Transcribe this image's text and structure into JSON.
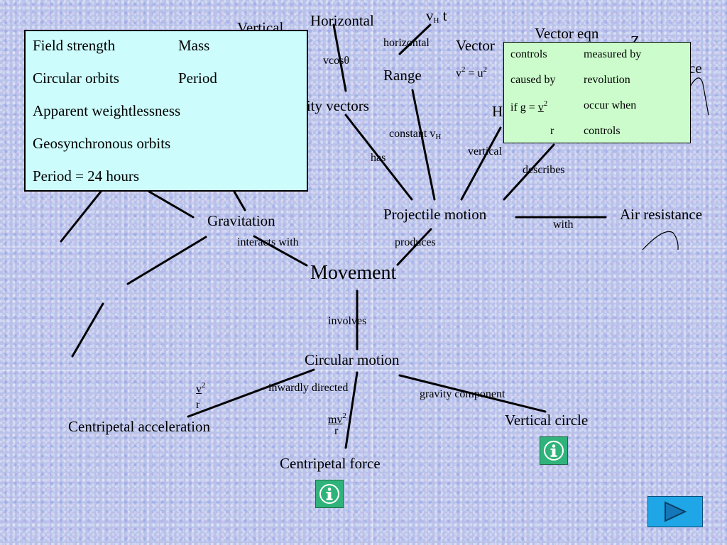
{
  "nodes": {
    "movement": "Movement",
    "gravitation": "Gravitation",
    "projectile_motion": "Projectile motion",
    "air_resistance": "Air resistance",
    "circular_motion": "Circular motion",
    "centripetal_acceleration": "Centripetal acceleration",
    "centripetal_force": "Centripetal force",
    "vertical_circle": "Vertical circle",
    "horizontal": "Horizontal",
    "vertical": "Vertical",
    "velocity_vectors_partial": "ocity vectors",
    "range": "Range",
    "vectors_partial": "Vector",
    "vector_eqn": "Vector eqn",
    "h_partial": "H",
    "z_partial": "Z",
    "ce_partial": "ce"
  },
  "link_labels": {
    "interacts_with": "interacts with",
    "produces": "produces",
    "involves": "involves",
    "with": "with",
    "has": "has",
    "constant": "constant v",
    "constant_sub": "H",
    "vertical_small": "vertical",
    "describes": "describes",
    "horizontal_small": "horizontal",
    "vcos": "vcosθ",
    "vh": "v",
    "vh_sub": "H",
    "vh_t": " t",
    "v2": "v",
    "v2_rest": " = u",
    "inwardly_directed": "inwardly directed",
    "gravity_component": "gravity component",
    "acc_num": "v",
    "acc_den": "r",
    "force_num": "mv",
    "force_den": "r",
    "sup2": "2"
  },
  "popup_left": {
    "rows": [
      {
        "c1": "Field strength",
        "c2": "Mass"
      },
      {
        "c1": "Circular orbits",
        "c2": "Period"
      },
      {
        "c1": "Apparent weightlessness",
        "c2": ""
      },
      {
        "c1": "Geosynchronous orbits",
        "c2": ""
      },
      {
        "c1": "Period = 24 hours",
        "c2": ""
      }
    ]
  },
  "popup_right": {
    "rows": [
      {
        "c1": "controls",
        "c2": "measured by"
      },
      {
        "c1": "caused by",
        "c2": "revolution"
      },
      {
        "c1": "if g = ",
        "c1b": "v",
        "c1sup": "2",
        "c2": "occur  when"
      },
      {
        "c1": "r",
        "c2": "controls"
      }
    ]
  },
  "buttons": {
    "info_icon": "info-icon",
    "play_icon": "play-icon"
  },
  "colors": {
    "popup_left_bg": "#ccfcfc",
    "popup_right_bg": "#ccfccc",
    "info_bg": "#2fb37a",
    "play_bg": "#1ea6e6"
  }
}
